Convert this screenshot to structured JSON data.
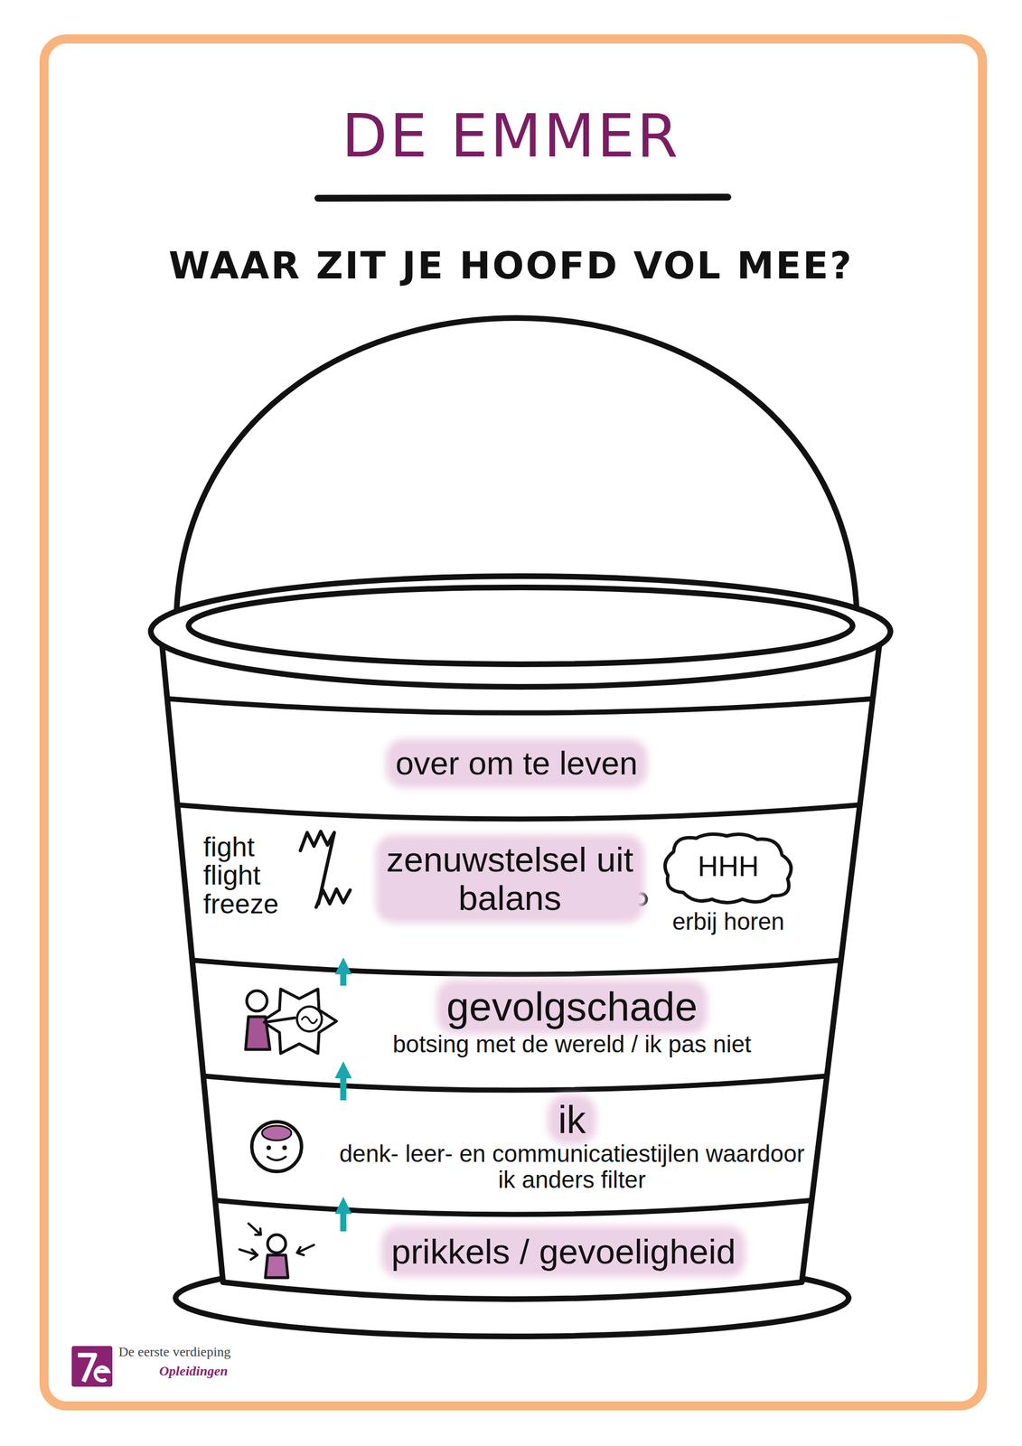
{
  "diagram": {
    "title": "DE EMMER",
    "nodes": [
      {
        "text": [
          "over om te leven"
        ]
      },
      {
        "text": [
          "zenuwstelsel uit balans",
          "fight flight freeze"
        ]
      },
      {
        "text": [
          "HHH",
          "erbij horen"
        ],
        "in": 1
      },
      {
        "text": [
          "gevolgschade",
          "botsing met de wereld / ik pas niet"
        ]
      },
      {
        "text": [
          "ik",
          "denk- leer- en communicatiestijlen waardoor ik anders filter"
        ]
      },
      {
        "text": [
          "prikkels / gevoeligheid"
        ]
      }
    ],
    "edges": [
      {
        "from": 5,
        "to": 4,
        "arrow": "to"
      },
      {
        "from": 4,
        "to": 3,
        "arrow": "to"
      },
      {
        "from": 3,
        "to": 1,
        "arrow": "to"
      }
    ],
    "labels": [
      "WAAR ZIT JE HOOFD VOL MEE?",
      "De eerste verdieping",
      "Opleidingen"
    ]
  }
}
